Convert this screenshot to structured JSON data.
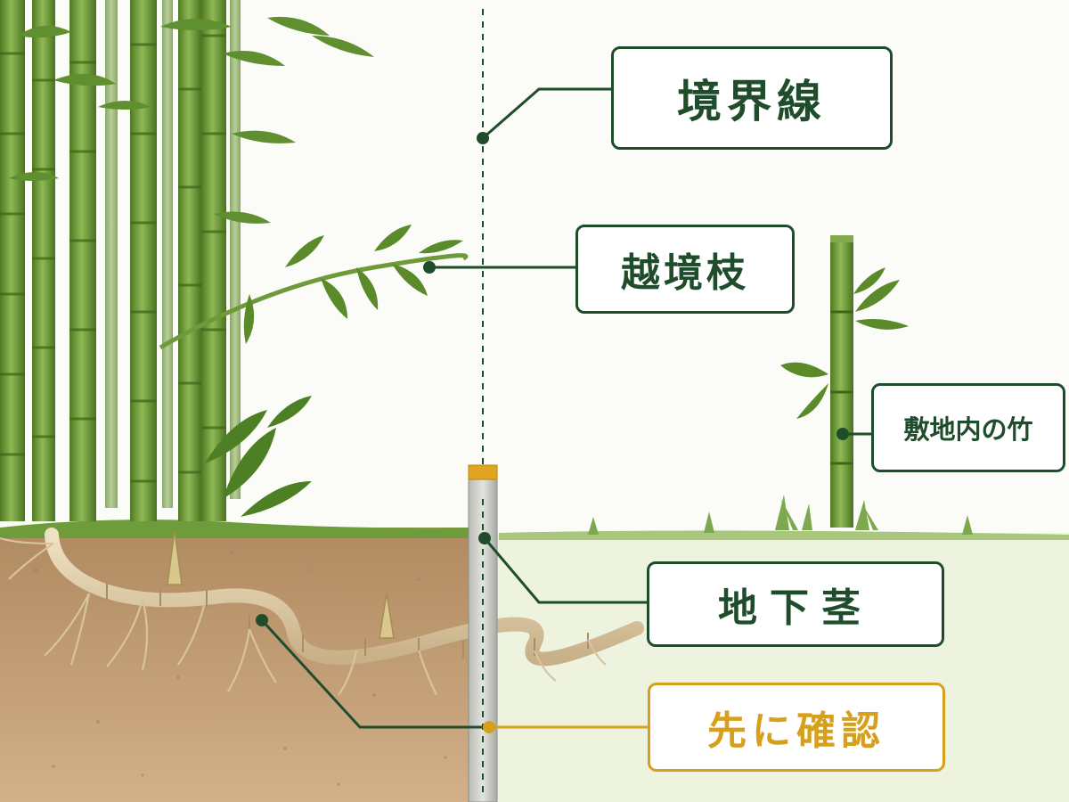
{
  "labels": {
    "boundary_line": "境界線",
    "overhanging_branch": "越境枝",
    "bamboo_on_site": "敷地内の竹",
    "rhizome": "地下茎",
    "check_first": "先に確認"
  },
  "colors": {
    "label_border": "#1f4d2c",
    "accent": "#d7a01c",
    "soil": "#c9a37a",
    "neighbor_ground": "#eef3df",
    "bamboo": "#6f9a3a"
  },
  "icons": {
    "marker": "dot-icon"
  }
}
